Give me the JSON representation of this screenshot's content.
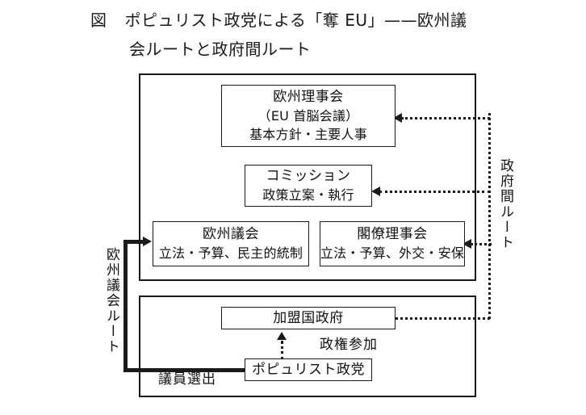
{
  "figure": {
    "label": "図",
    "title_line1": "ポピュリスト政党による「奪 EU」——欧州議",
    "title_line2": "会ルートと政府間ルート"
  },
  "routes": {
    "european_parliament_route": "欧州議会ルート",
    "intergovernmental_route": "政府間ルート"
  },
  "nodes": {
    "european_council": {
      "line1": "欧州理事会",
      "line2": "（EU 首脳会議）",
      "line3": "基本方針・主要人事"
    },
    "commission": {
      "line1": "コミッション",
      "line2": "政策立案・執行"
    },
    "european_parliament": {
      "line1": "欧州議会",
      "line2": "立法・予算、民主的統制"
    },
    "council_of_ministers": {
      "line1": "閣僚理事会",
      "line2": "立法・予算、外交・安保"
    },
    "member_state_governments": {
      "line1": "加盟国政府"
    },
    "populist_parties": {
      "line1": "ポピュリスト政党"
    }
  },
  "edge_labels": {
    "government_participation": "政権参加",
    "member_election": "議員選出"
  },
  "colors": {
    "ink": "#1a1a1a",
    "background": "#ffffff"
  }
}
